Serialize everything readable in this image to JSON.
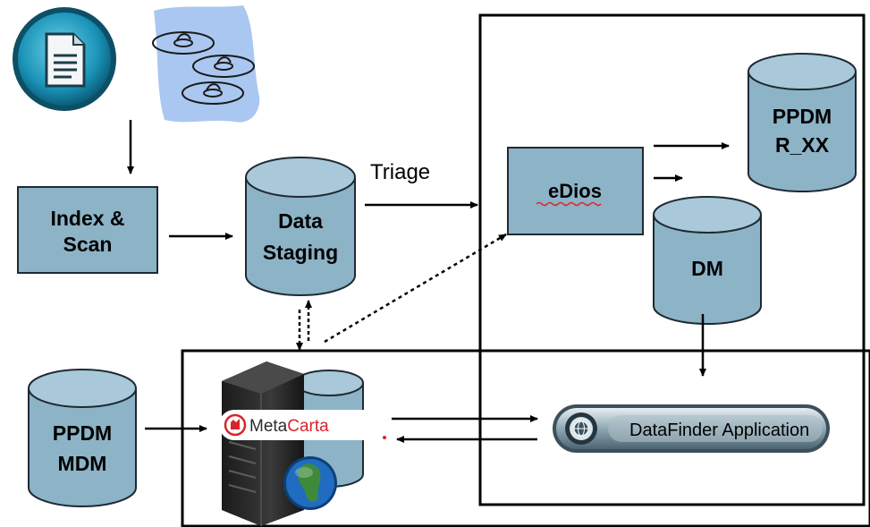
{
  "nodes": {
    "index_scan": [
      "Index &",
      "Scan"
    ],
    "data_staging": [
      "Data",
      "Staging"
    ],
    "edios": "eDios",
    "ppdm_rxx": [
      "PPDM",
      "R_XX"
    ],
    "dm": "DM",
    "ppdm_mdm": [
      "PPDM",
      "MDM"
    ],
    "metacarta": {
      "prefix": "Meta",
      "suffix": "Carta"
    },
    "datafinder": "DataFinder Application"
  },
  "edges": {
    "triage": "Triage"
  },
  "colors": {
    "box_fill": "#8db3c7",
    "cylinder_fill": "#8db3c7",
    "cylinder_top": "#a9c9da",
    "outline": "#1e2a33",
    "metacarta_red": "#d9232d",
    "clipart_blue": "#a9c7f0"
  },
  "icons": [
    "document-icon",
    "cd-discs-icon",
    "server-icon",
    "globe-icon"
  ]
}
